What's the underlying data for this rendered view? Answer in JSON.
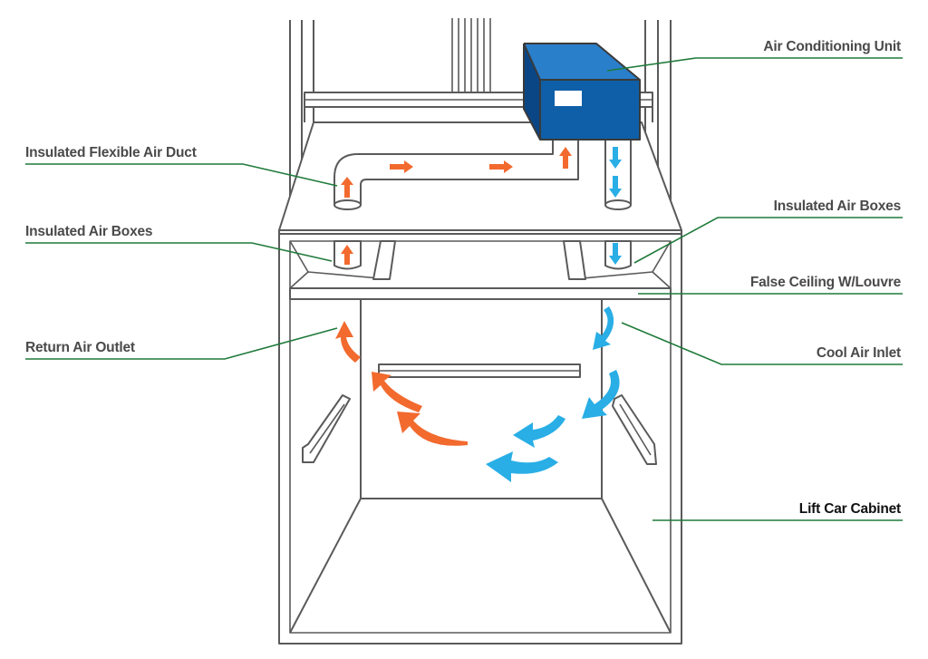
{
  "labels": {
    "air_conditioning_unit": "Air Conditioning Unit",
    "insulated_flexible_air_duct": "Insulated Flexible Air Duct",
    "insulated_air_boxes_left": "Insulated Air Boxes",
    "insulated_air_boxes_right": "Insulated Air Boxes",
    "false_ceiling": "False Ceiling W/Louvre",
    "return_air_outlet": "Return Air Outlet",
    "cool_air_inlet": "Cool Air Inlet",
    "lift_car_cabinet": "Lift Car Cabinet"
  },
  "colors": {
    "warm_air": "#f26a2e",
    "cool_air": "#29aee6",
    "ac_unit_front": "#0f5fa8",
    "ac_unit_top": "#2a7fcb",
    "ac_unit_side": "#0a4685",
    "leader_line": "#1f7a3a",
    "outline": "#5a5a5a"
  }
}
